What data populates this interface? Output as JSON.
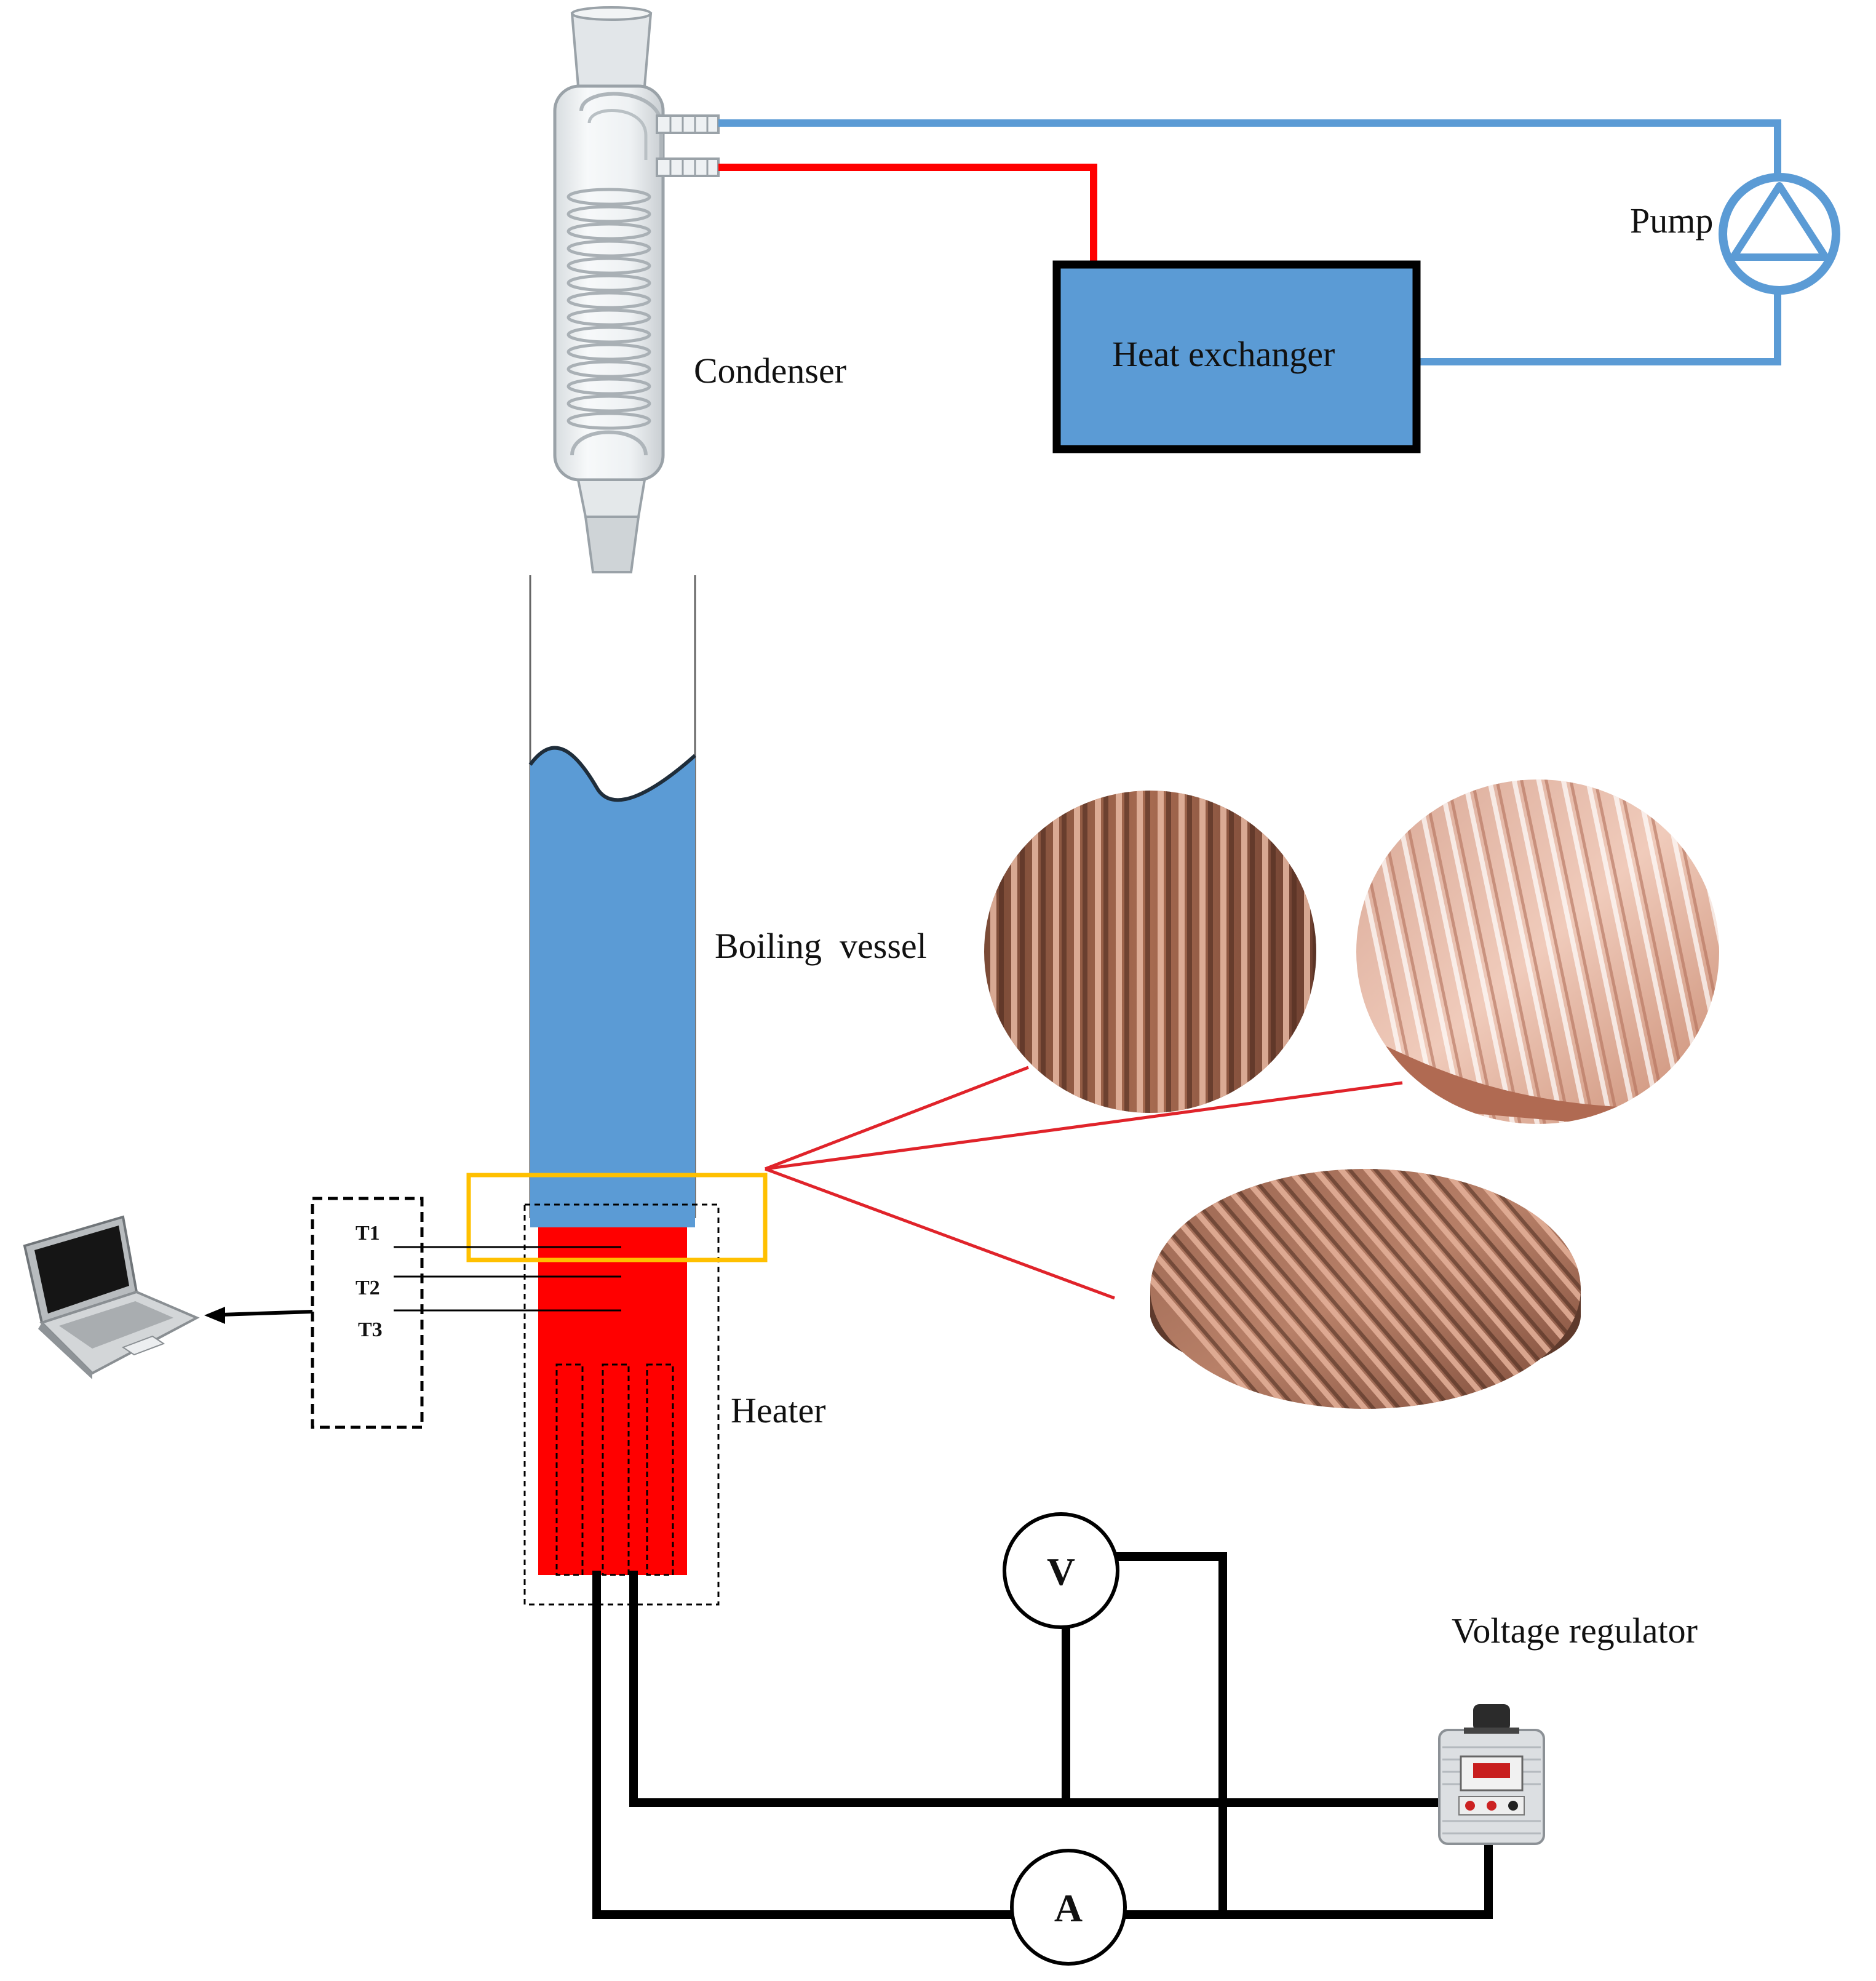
{
  "labels": {
    "condenser": "Condenser",
    "heat_exchanger": "Heat exchanger",
    "pump": "Pump",
    "boiling_vessel": "Boiling  vessel",
    "heater": "Heater",
    "voltage_regulator": "Voltage regulator",
    "voltmeter": "V",
    "ammeter": "A",
    "thermocouples": [
      "T1",
      "T2",
      "T3"
    ]
  },
  "colors": {
    "cold_line": "#5b9bd5",
    "hot_line": "#ff0000",
    "water": "#5b9bd5",
    "heater": "#ff0000",
    "highlight_box": "#ffc000",
    "copper": "#b87a5e",
    "wire": "#000000"
  },
  "icons": {
    "computer": "laptop-icon",
    "pump": "pump-symbol-icon",
    "regulator": "voltage-regulator-icon"
  }
}
